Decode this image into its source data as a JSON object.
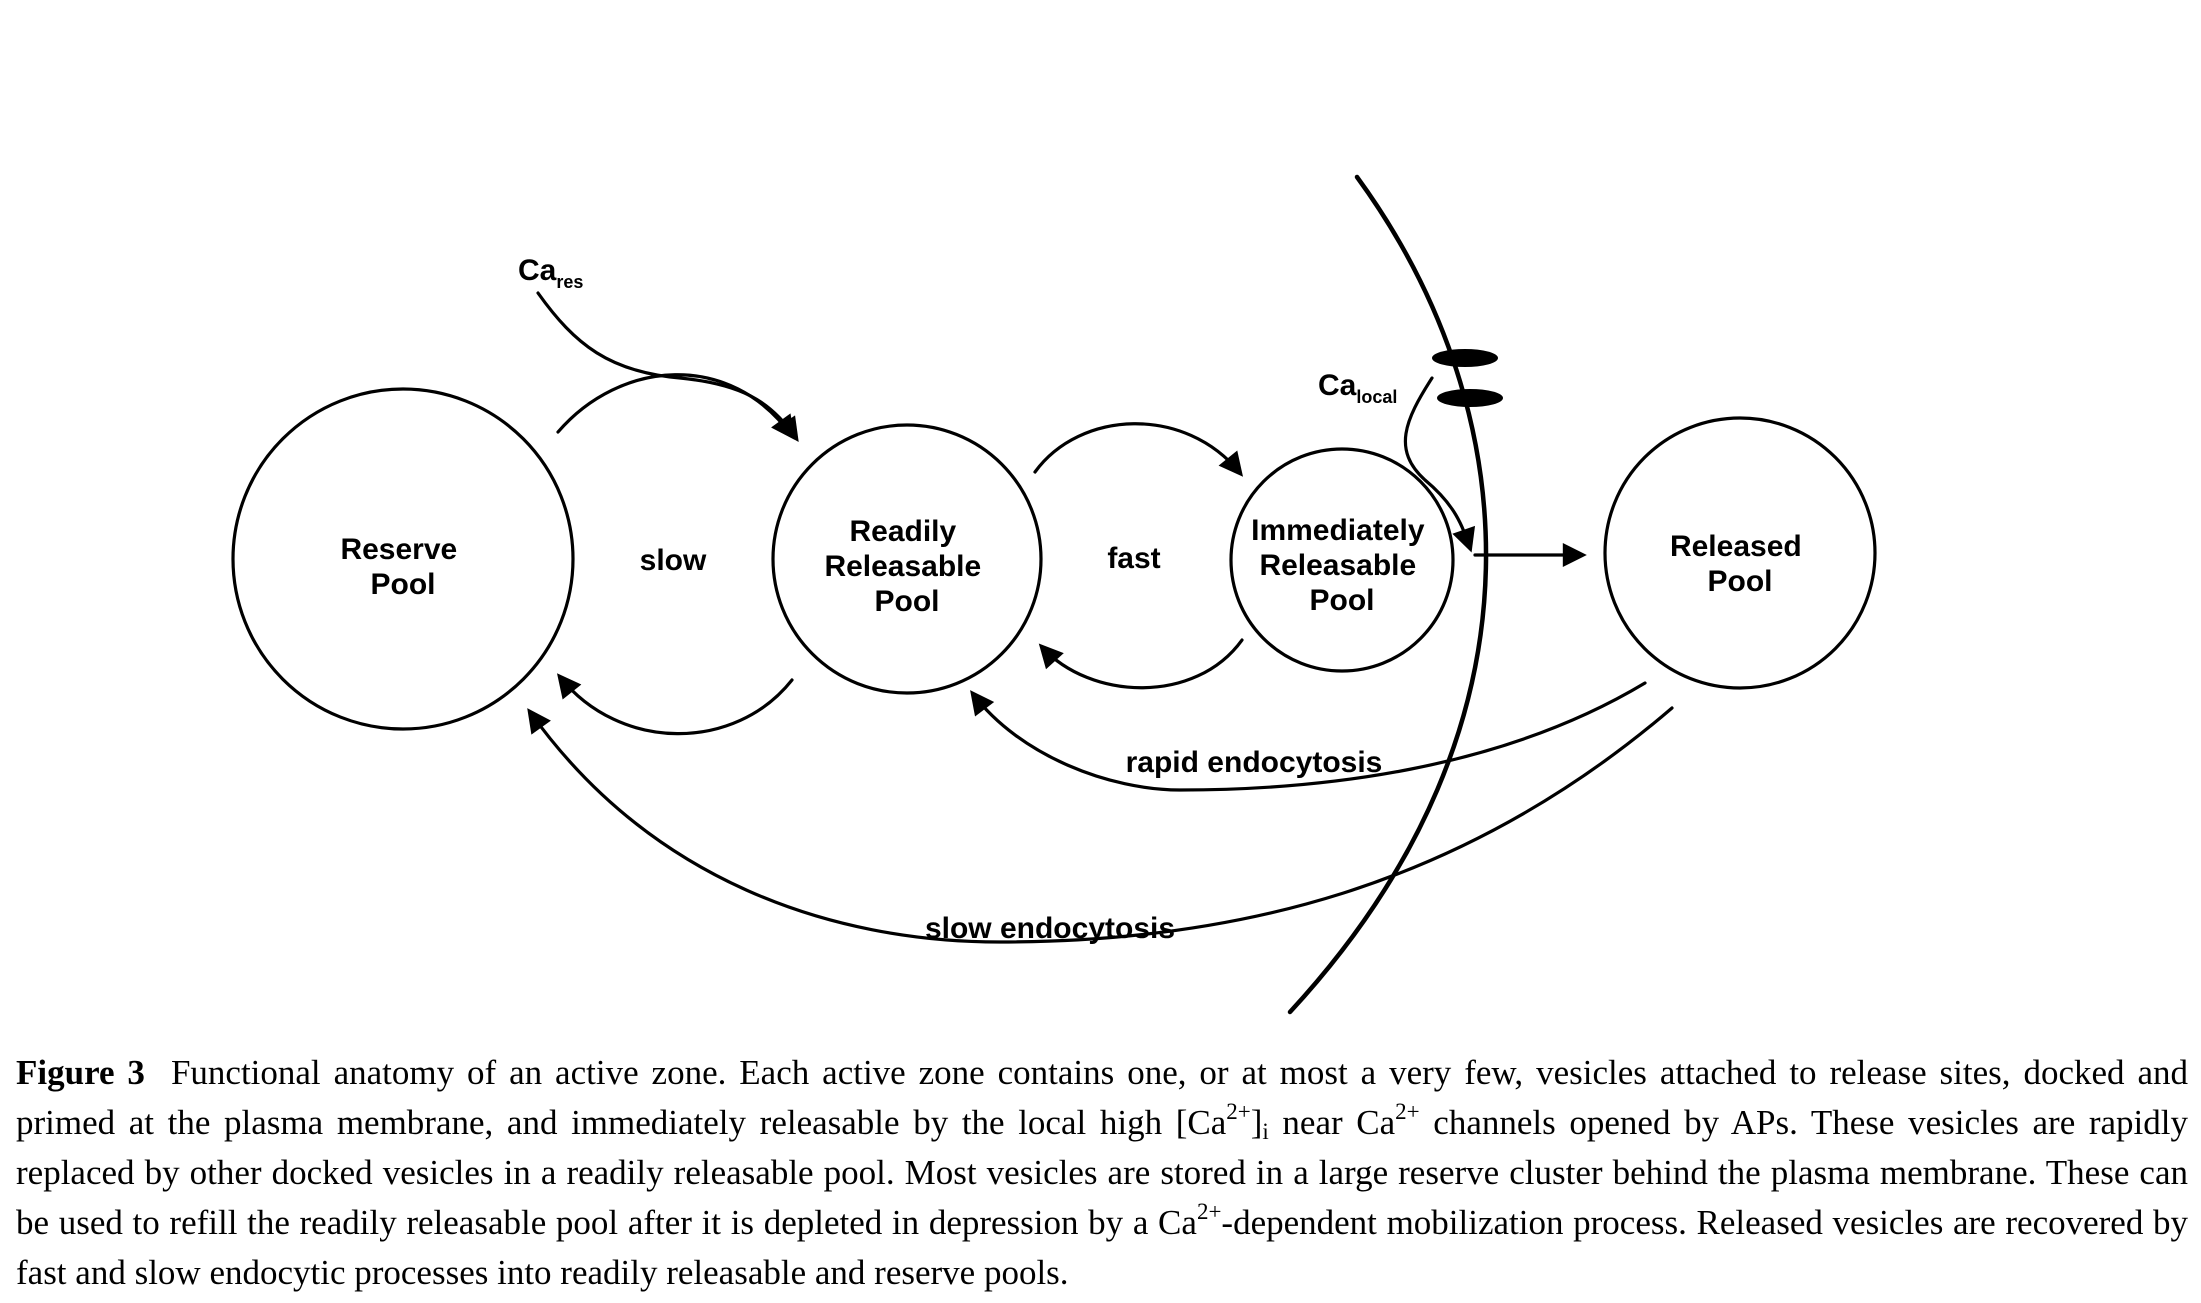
{
  "diagram": {
    "pools": {
      "reserve": [
        "Reserve",
        "Pool"
      ],
      "readily": [
        "Readily",
        "Releasable",
        "Pool"
      ],
      "immediately": [
        "Immediately",
        "Releasable",
        "Pool"
      ],
      "released": [
        "Released",
        "Pool"
      ]
    },
    "edges": {
      "slow": "slow",
      "fast": "fast",
      "rapid_endocytosis": "rapid endocytosis",
      "slow_endocytosis": "slow endocytosis"
    },
    "calcium": {
      "res_base": "Ca",
      "res_sub": "res",
      "local_base": "Ca",
      "local_sub": "local"
    }
  },
  "caption": {
    "figure_number": "Figure 3",
    "p1": "Functional anatomy of an active zone. Each active zone contains one, or at most a very few, vesicles attached to release sites, docked and primed at the plasma membrane, and immediately releasable by the local high [Ca",
    "sup1": "2+",
    "p2": "]",
    "sub1": "i",
    "p3": " near Ca",
    "sup2": "2+",
    "p4": " channels opened by APs. These vesicles are rapidly replaced by other docked vesicles in a readily releasable pool. Most vesicles are stored in a large reserve cluster behind the plasma membrane. These can be used to refill the readily releasable pool after it is depleted in depression by a Ca",
    "sup3": "2+",
    "p5": "-dependent mobilization process. Released vesicles are recovered by fast and slow endocytic processes into readily releasable and reserve pools."
  }
}
